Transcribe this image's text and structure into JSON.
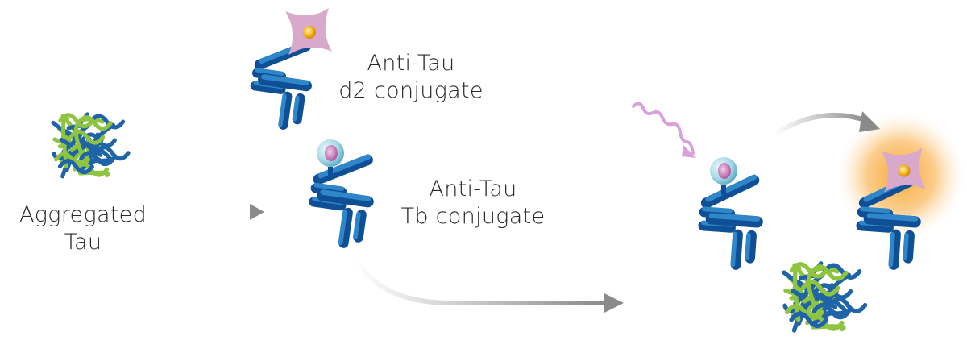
{
  "labels": {
    "aggregated": [
      "Aggregated",
      "Tau"
    ],
    "d2": [
      "Anti-Tau",
      "d2 conjugate"
    ],
    "tb": [
      "Anti-Tau",
      "Tb conjugate"
    ]
  },
  "colors": {
    "antibody_light": "#2f86c8",
    "antibody_dark": "#0f4f96",
    "tau_blue": "#1f63a8",
    "tau_green": "#8ec43f",
    "d2_acceptor": "#d9a9cc",
    "d2_core": "#f6b61d",
    "tb_donor_outer": "#a8dbe8",
    "tb_donor_inner": "#c86fb4",
    "excitation": "#d9a2dc",
    "emission_glow": "#f5a334",
    "arrow": "#8a8a8a"
  },
  "icons": [
    "antibody-icon",
    "tau-aggregate-icon",
    "d2-acceptor-icon",
    "tb-donor-icon",
    "excitation-wave-icon",
    "emission-glow-icon"
  ]
}
